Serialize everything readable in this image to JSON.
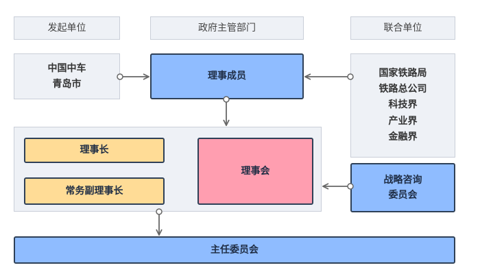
{
  "headers": {
    "initiator": "发起单位",
    "government": "政府主管部门",
    "joint": "联合单位"
  },
  "initiator_unit": {
    "line1": "中国中车",
    "line2": "青岛市"
  },
  "council_members": "理事成员",
  "joint_units": [
    "国家铁路局",
    "铁路总公司",
    "科技界",
    "产业界",
    "金融界"
  ],
  "chairman": "理事长",
  "executive_vice_chairman": "常务副理事长",
  "council": "理事会",
  "strategic_committee": {
    "line1": "战略咨询",
    "line2": "委员会"
  },
  "director_committee": "主任委员会",
  "colors": {
    "blue": "#8fbcff",
    "yellow": "#ffdc96",
    "pink": "#ff9eb0",
    "grey": "#eef1f6",
    "border_dark": "#2e4057",
    "connector": "#666666"
  }
}
